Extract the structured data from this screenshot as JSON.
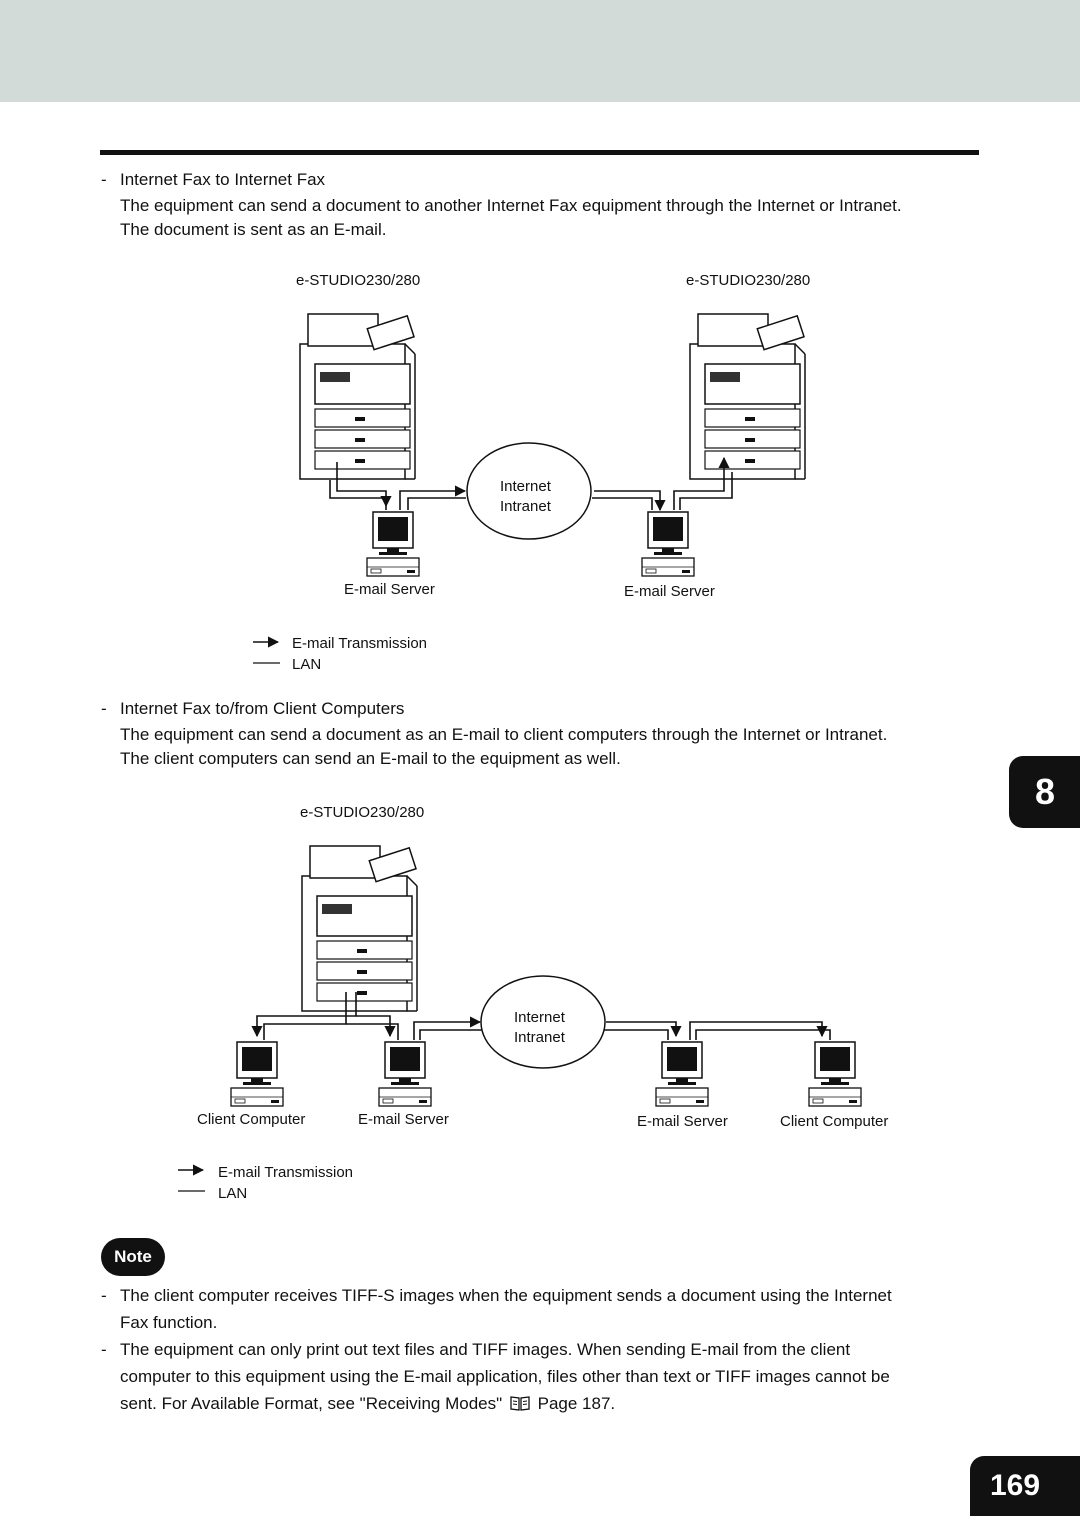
{
  "section1": {
    "bullet": "-",
    "heading": "Internet Fax to Internet Fax",
    "body_line1": "The equipment can send a document to another Internet Fax equipment through the Internet or Intranet.",
    "body_line2": "The document is sent as an E-mail."
  },
  "diagram1": {
    "device_left": "e-STUDIO230/280",
    "device_right": "e-STUDIO230/280",
    "cloud_line1": "Internet",
    "cloud_line2": "Intranet",
    "server_left": "E-mail Server",
    "server_right": "E-mail Server",
    "legend_transmission": "E-mail Transmission",
    "legend_lan": "LAN"
  },
  "section2": {
    "bullet": "-",
    "heading": "Internet Fax to/from Client Computers",
    "body_line1": "The equipment can send a document as an E-mail to client computers through the Internet or Intranet.",
    "body_line2": "The client computers can send an E-mail to the equipment as well."
  },
  "diagram2": {
    "device": "e-STUDIO230/280",
    "cloud_line1": "Internet",
    "cloud_line2": "Intranet",
    "client_left": "Client Computer",
    "server_left": "E-mail Server",
    "server_right": "E-mail Server",
    "client_right": "Client Computer",
    "legend_transmission": "E-mail Transmission",
    "legend_lan": "LAN"
  },
  "note": {
    "badge": "Note",
    "item1_bullet": "-",
    "item1_line1": "The client computer receives TIFF-S images when the equipment sends a document using the Internet",
    "item1_line2": "Fax function.",
    "item2_bullet": "-",
    "item2_line1": "The equipment can only print out text files and TIFF images. When sending E-mail from the client",
    "item2_line2": "computer to this equipment using the E-mail application, files other than text or TIFF images cannot be",
    "item2_line3_pre": "sent. For Available Format, see \"Receiving Modes\"",
    "item2_line3_post": "Page 187."
  },
  "chapter_tab": "8",
  "page_number": "169",
  "icons": {
    "book": "book-icon"
  }
}
